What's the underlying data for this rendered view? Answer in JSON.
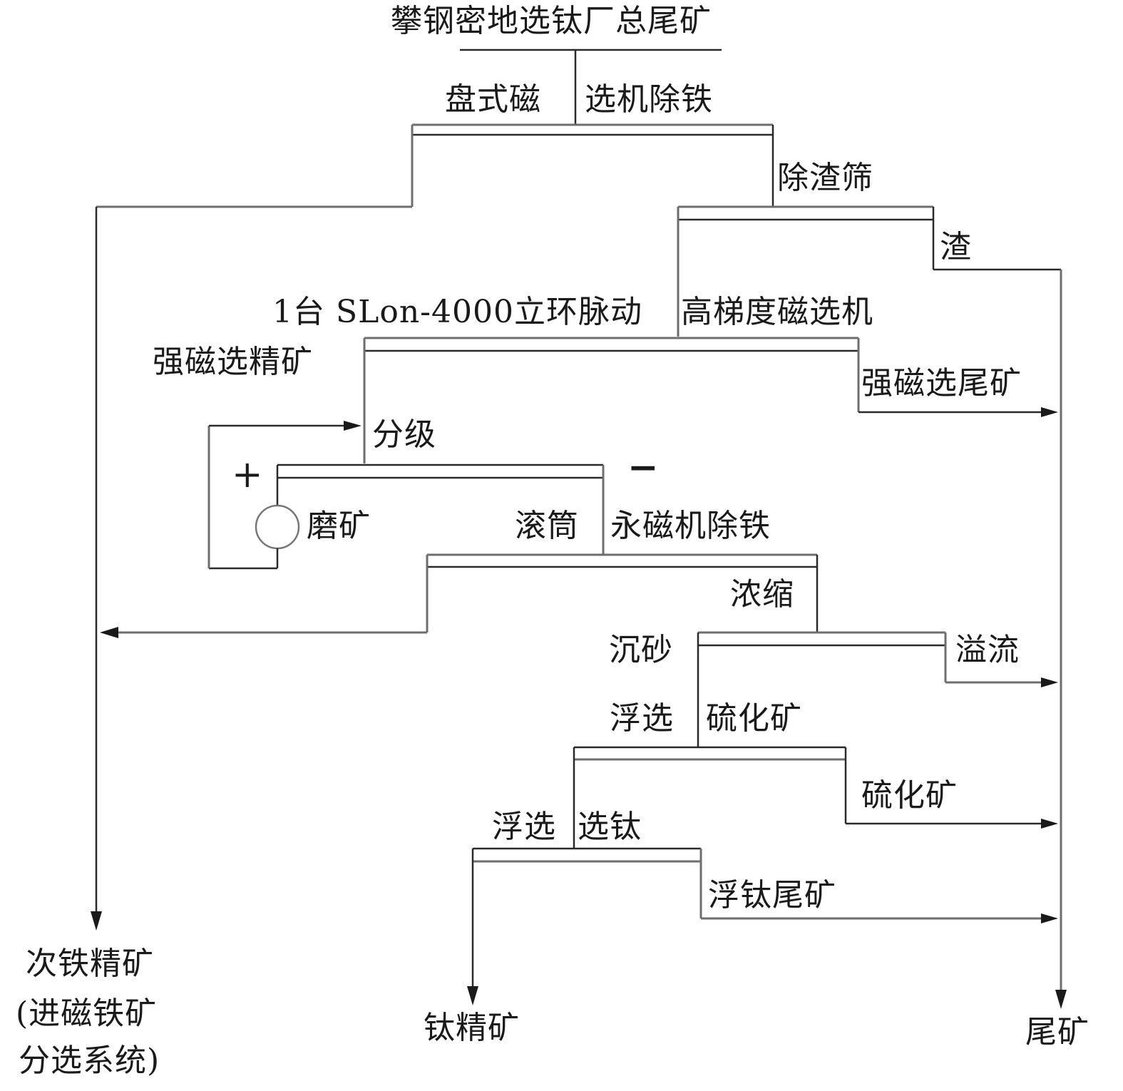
{
  "diagram": {
    "type": "process-flowsheet",
    "title": "攀钢密地选钛厂总尾矿",
    "steps": {
      "disc_magnetic_left": "盘式磁",
      "disc_magnetic_right": "选机除铁",
      "slag_screen": "除渣筛",
      "slag": "渣",
      "slon_machine": "1台 SLon-4000立环脉动",
      "slon_machine_right": "高梯度磁选机",
      "strong_mag_concentrate": "强磁选精矿",
      "strong_mag_tailings": "强磁选尾矿",
      "classification": "分级",
      "plus_sign": "+",
      "minus_sign": "−",
      "grinding": "磨矿",
      "drum_left": "滚筒",
      "drum_right": "永磁机除铁",
      "thickening": "浓缩",
      "underflow": "沉砂",
      "overflow": "溢流",
      "flotation_sulfide_left": "浮选",
      "flotation_sulfide_right": "硫化矿",
      "sulfide_product": "硫化矿",
      "flotation_ti_left": "浮选",
      "flotation_ti_right": "选钛",
      "flotation_ti_tailings": "浮钛尾矿"
    },
    "products": {
      "secondary_iron_line1": "次铁精矿",
      "secondary_iron_line2": "(进磁铁矿",
      "secondary_iron_line3": "分选系统)",
      "titanium_concentrate": "钛精矿",
      "tailings": "尾矿"
    }
  }
}
